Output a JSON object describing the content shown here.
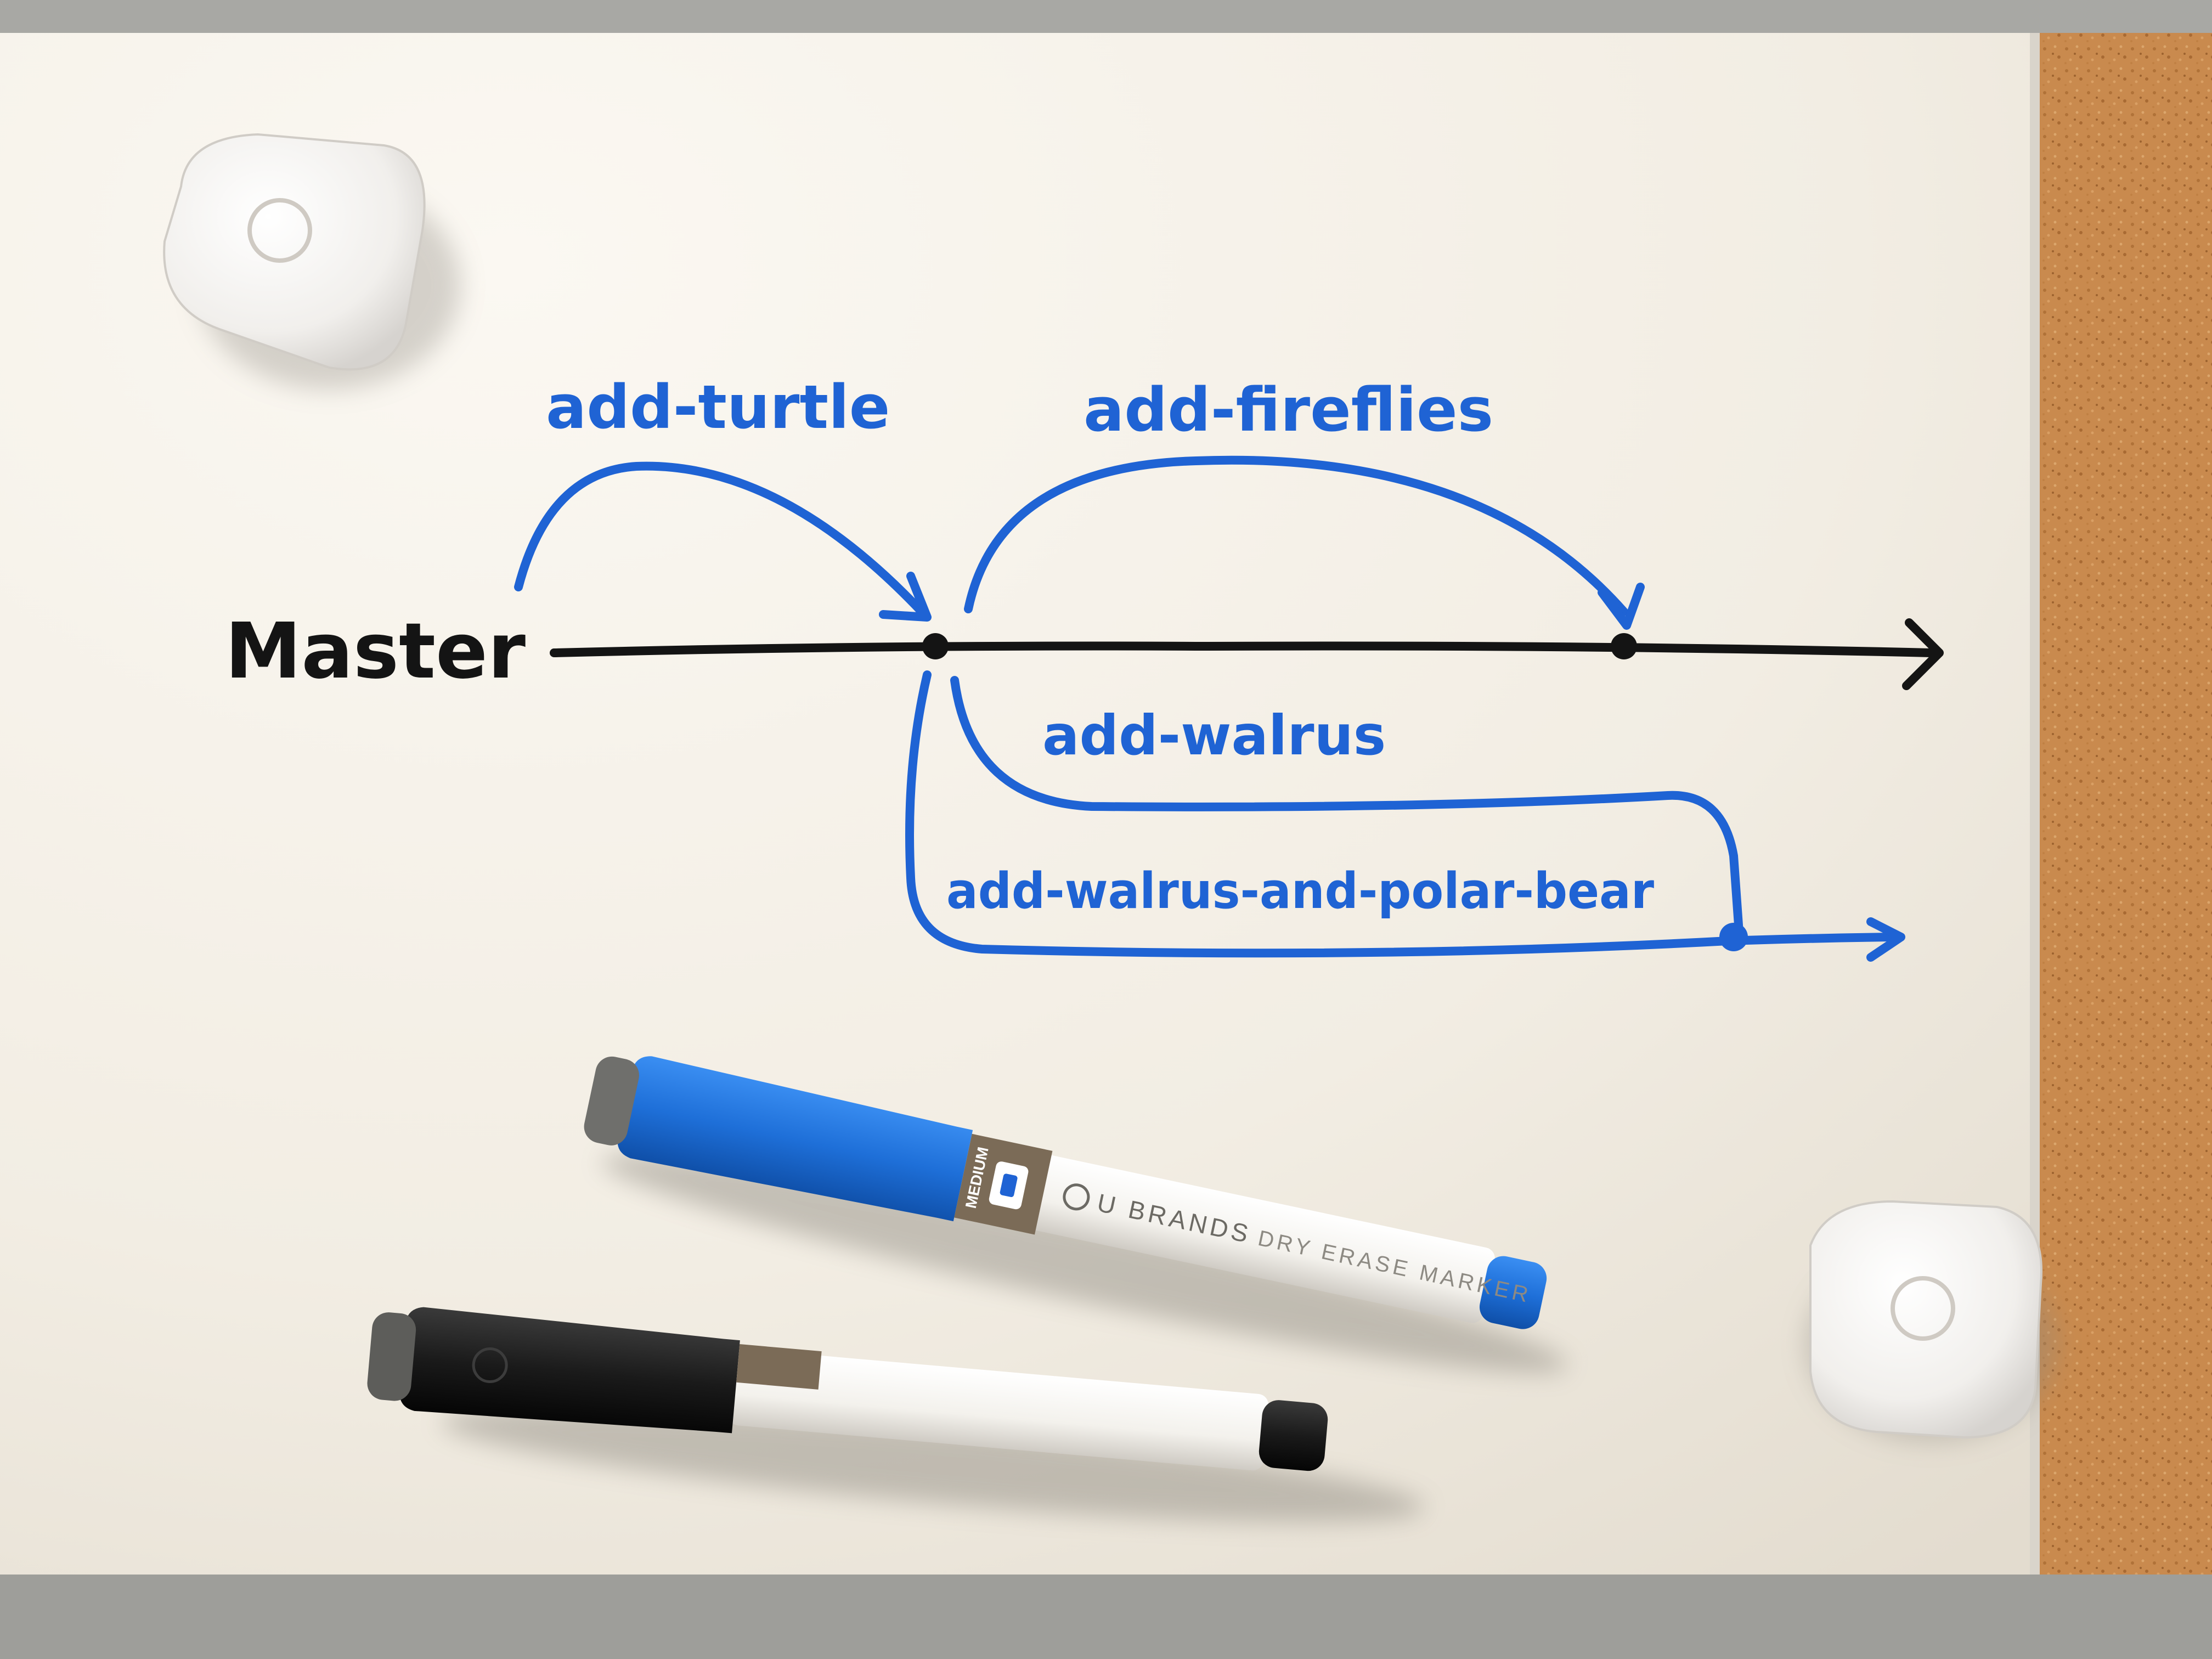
{
  "diagram": {
    "trunk_label": "Master",
    "branches": [
      {
        "label": "add-turtle"
      },
      {
        "label": "add-fireflies"
      },
      {
        "label": "add-walrus"
      },
      {
        "label": "add-walrus-and-polar-bear"
      }
    ]
  },
  "markers": {
    "brand": "U BRANDS",
    "product": "DRY ERASE MARKER",
    "tip_size": "MEDIUM"
  },
  "colors": {
    "ink_blue": "#1f63d4",
    "ink_black": "#141414",
    "board_white": "#f4efe6",
    "cork": "#c98a4e",
    "frame": "#a8a8a4"
  }
}
